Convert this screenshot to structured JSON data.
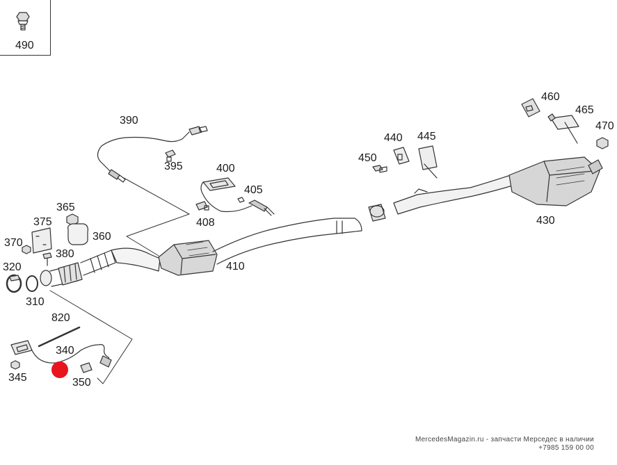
{
  "labels": {
    "l490": "490",
    "l390": "390",
    "l395": "395",
    "l400": "400",
    "l405": "405",
    "l408": "408",
    "l365": "365",
    "l375": "375",
    "l370": "370",
    "l360": "360",
    "l380": "380",
    "l320": "320",
    "l310": "310",
    "l410": "410",
    "l820": "820",
    "l340": "340",
    "l345": "345",
    "l350": "350",
    "l440": "440",
    "l445": "445",
    "l450": "450",
    "l460": "460",
    "l465": "465",
    "l470": "470",
    "l430": "430"
  },
  "watermark": {
    "line1": "MercedesMagazin.ru - запчасти Мерседес в наличии",
    "line2": "+7985 159 00 00"
  },
  "colors": {
    "line": "#333333",
    "marker": "#e8141e"
  }
}
